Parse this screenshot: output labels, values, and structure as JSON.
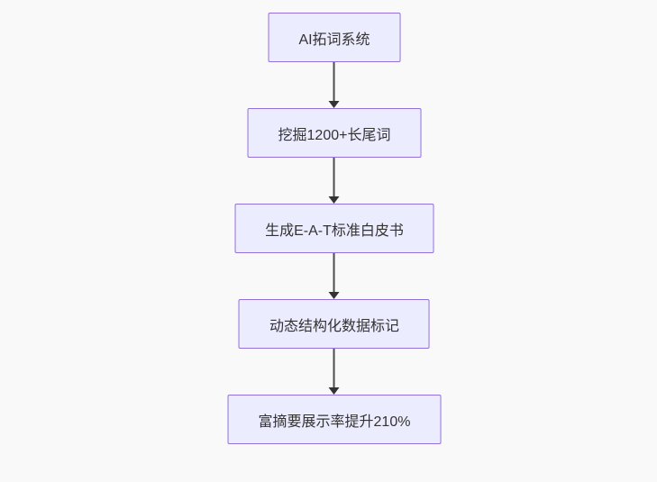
{
  "diagram": {
    "type": "flowchart",
    "direction": "top-down",
    "colors": {
      "background": "#f9f9f9",
      "node_fill": "#ECECFF",
      "node_border": "#9370DB",
      "node_text": "#333333",
      "edge_line": "#4d4d4d",
      "arrowhead": "#333333"
    },
    "nodes": [
      {
        "id": "step-1",
        "label": "AI拓词系统"
      },
      {
        "id": "step-2",
        "label": "挖掘1200+长尾词"
      },
      {
        "id": "step-3",
        "label": "生成E-A-T标准白皮书"
      },
      {
        "id": "step-4",
        "label": "动态结构化数据标记"
      },
      {
        "id": "step-5",
        "label": "富摘要展示率提升210%"
      }
    ],
    "edges": [
      {
        "from": "step-1",
        "to": "step-2"
      },
      {
        "from": "step-2",
        "to": "step-3"
      },
      {
        "from": "step-3",
        "to": "step-4"
      },
      {
        "from": "step-4",
        "to": "step-5"
      }
    ]
  }
}
